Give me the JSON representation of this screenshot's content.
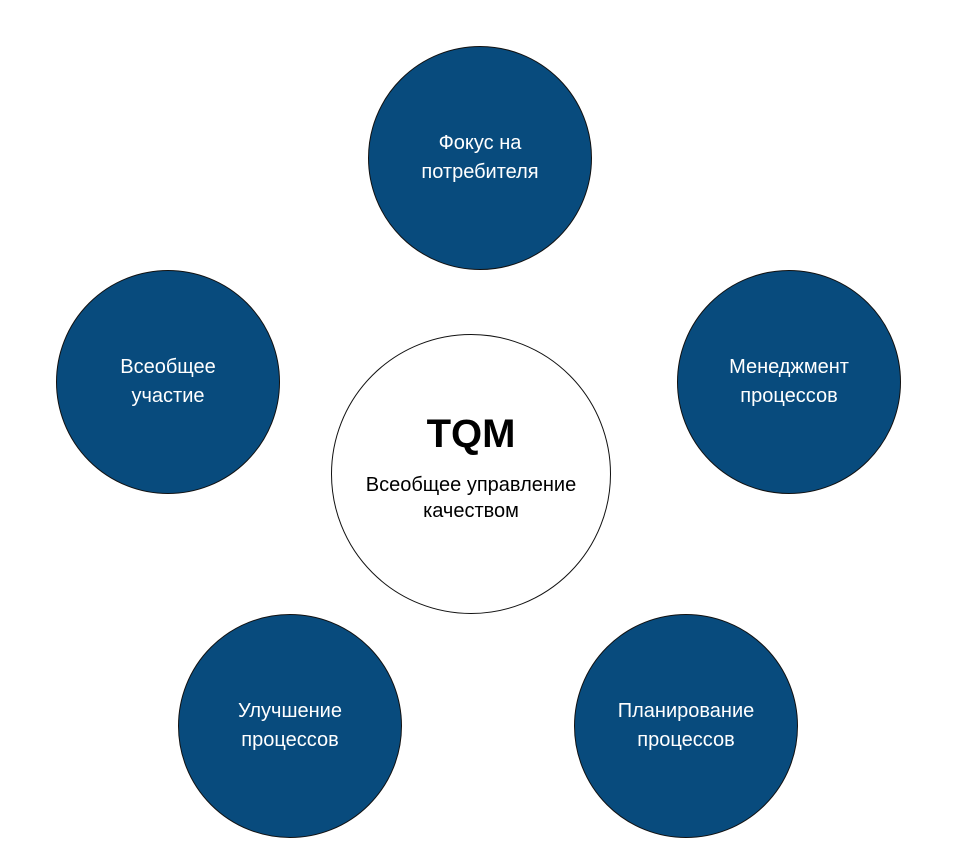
{
  "colors": {
    "node_fill": "#084b7d",
    "node_text": "#ffffff",
    "center_fill": "#ffffff",
    "outline": "#111111"
  },
  "center": {
    "title": "TQM",
    "subtitle": "Всеобщее управление\nкачеством"
  },
  "nodes": {
    "top": "Фокус на\nпотребителя",
    "left": "Всеобщее\nучастие",
    "right": "Менеджмент\nпроцессов",
    "bottom_left": "Улучшение\nпроцессов",
    "bottom_right": "Планирование\nпроцессов"
  }
}
